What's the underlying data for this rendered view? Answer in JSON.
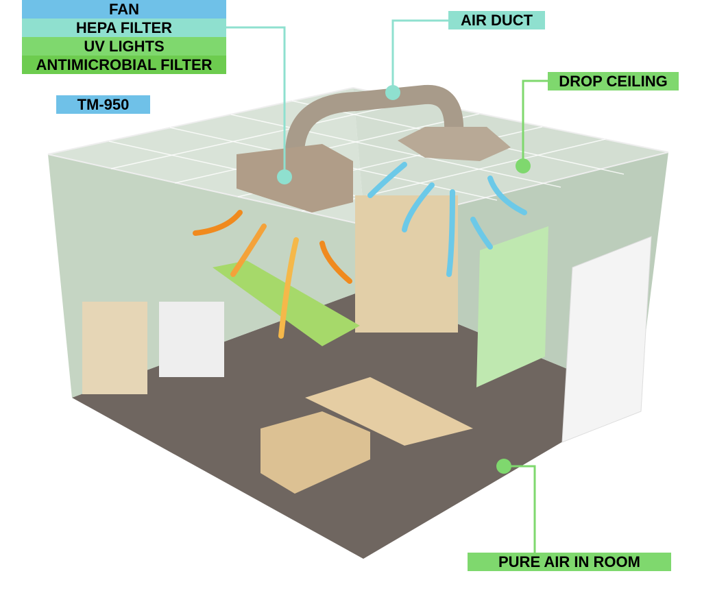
{
  "labels": {
    "fan": "FAN",
    "hepa_filter": "HEPA FILTER",
    "uv_lights": "UV LIGHTS",
    "antimicrobial_filter": "ANTIMICROBIAL FILTER",
    "model": "TM-950",
    "air_duct": "AIR DUCT",
    "drop_ceiling": "DROP CEILING",
    "pure_air": "PURE AIR IN ROOM"
  },
  "colors": {
    "blue": "#6fc1e8",
    "teal": "#8fe0cf",
    "light_green": "#7fd86e",
    "green": "#6dcc4f",
    "wall": "#c9d8c9",
    "floor": "#6f6660",
    "warm_arrow": "#f08a1e",
    "cool_arrow": "#6cc9e8"
  }
}
